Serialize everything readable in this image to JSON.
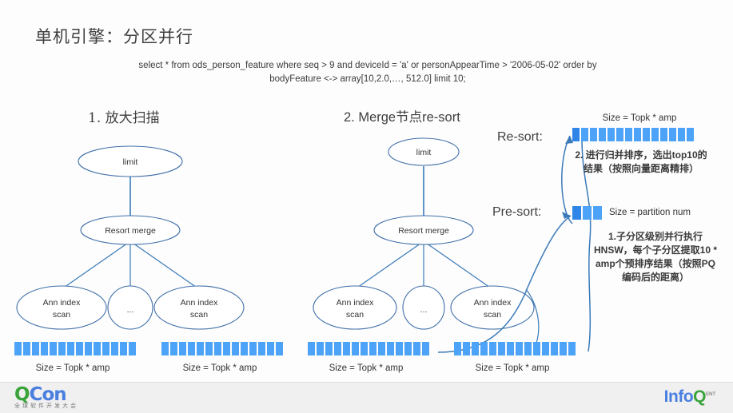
{
  "slide": {
    "title": "单机引擎：分区并行",
    "sql_line1": "select * from ods_person_feature where seq > 9 and deviceId = 'a' or personAppearTime > '2006-05-02' order by",
    "sql_line2": "bodyFeature <-> array[10,2.0,…, 512.0] limit 10;"
  },
  "sections": {
    "left_heading": "1. 放大扫描",
    "right_heading": "2. Merge节点re-sort"
  },
  "nodes": {
    "limit": "limit",
    "resort_merge": "Resort merge",
    "ann_index_scan": "Ann index\nscan",
    "ann_index_scan_l1": "Ann index",
    "ann_index_scan_l2": "scan",
    "ellipsis": "..."
  },
  "stage_labels": {
    "resort": "Re-sort:",
    "presort": "Pre-sort:"
  },
  "captions": {
    "topk_amp": "Size = Topk * amp",
    "partition_num": "Size = partition num"
  },
  "notes": {
    "resort": "2. 进行归并排序，选出top10的结果（按照向量距离精排）",
    "presort": "1.子分区级别并行执行HNSW，每个子分区提取10 * amp个预排序结果（按照PQ编码后的距离）"
  },
  "bars": {
    "left_a_segments": 14,
    "left_b_segments": 14,
    "mid_a_segments": 14,
    "mid_b_segments": 14,
    "resort_segments": 14,
    "presort_segments": 3
  },
  "colors": {
    "bar_blue": "#4da3f7",
    "bar_blue_dark": "#2f86e8",
    "edge_blue": "#3a7ab8",
    "text": "#3f3f3f",
    "qcon_green": "#3aa33a",
    "qcon_blue": "#4a7fe0"
  },
  "footer": {
    "qcon_q": "Q",
    "qcon_con": "Con",
    "qcon_sub": "全球软件开发大会",
    "infoq_info": "Info",
    "infoq_q": "Q",
    "infoq_tm": "ENT"
  }
}
